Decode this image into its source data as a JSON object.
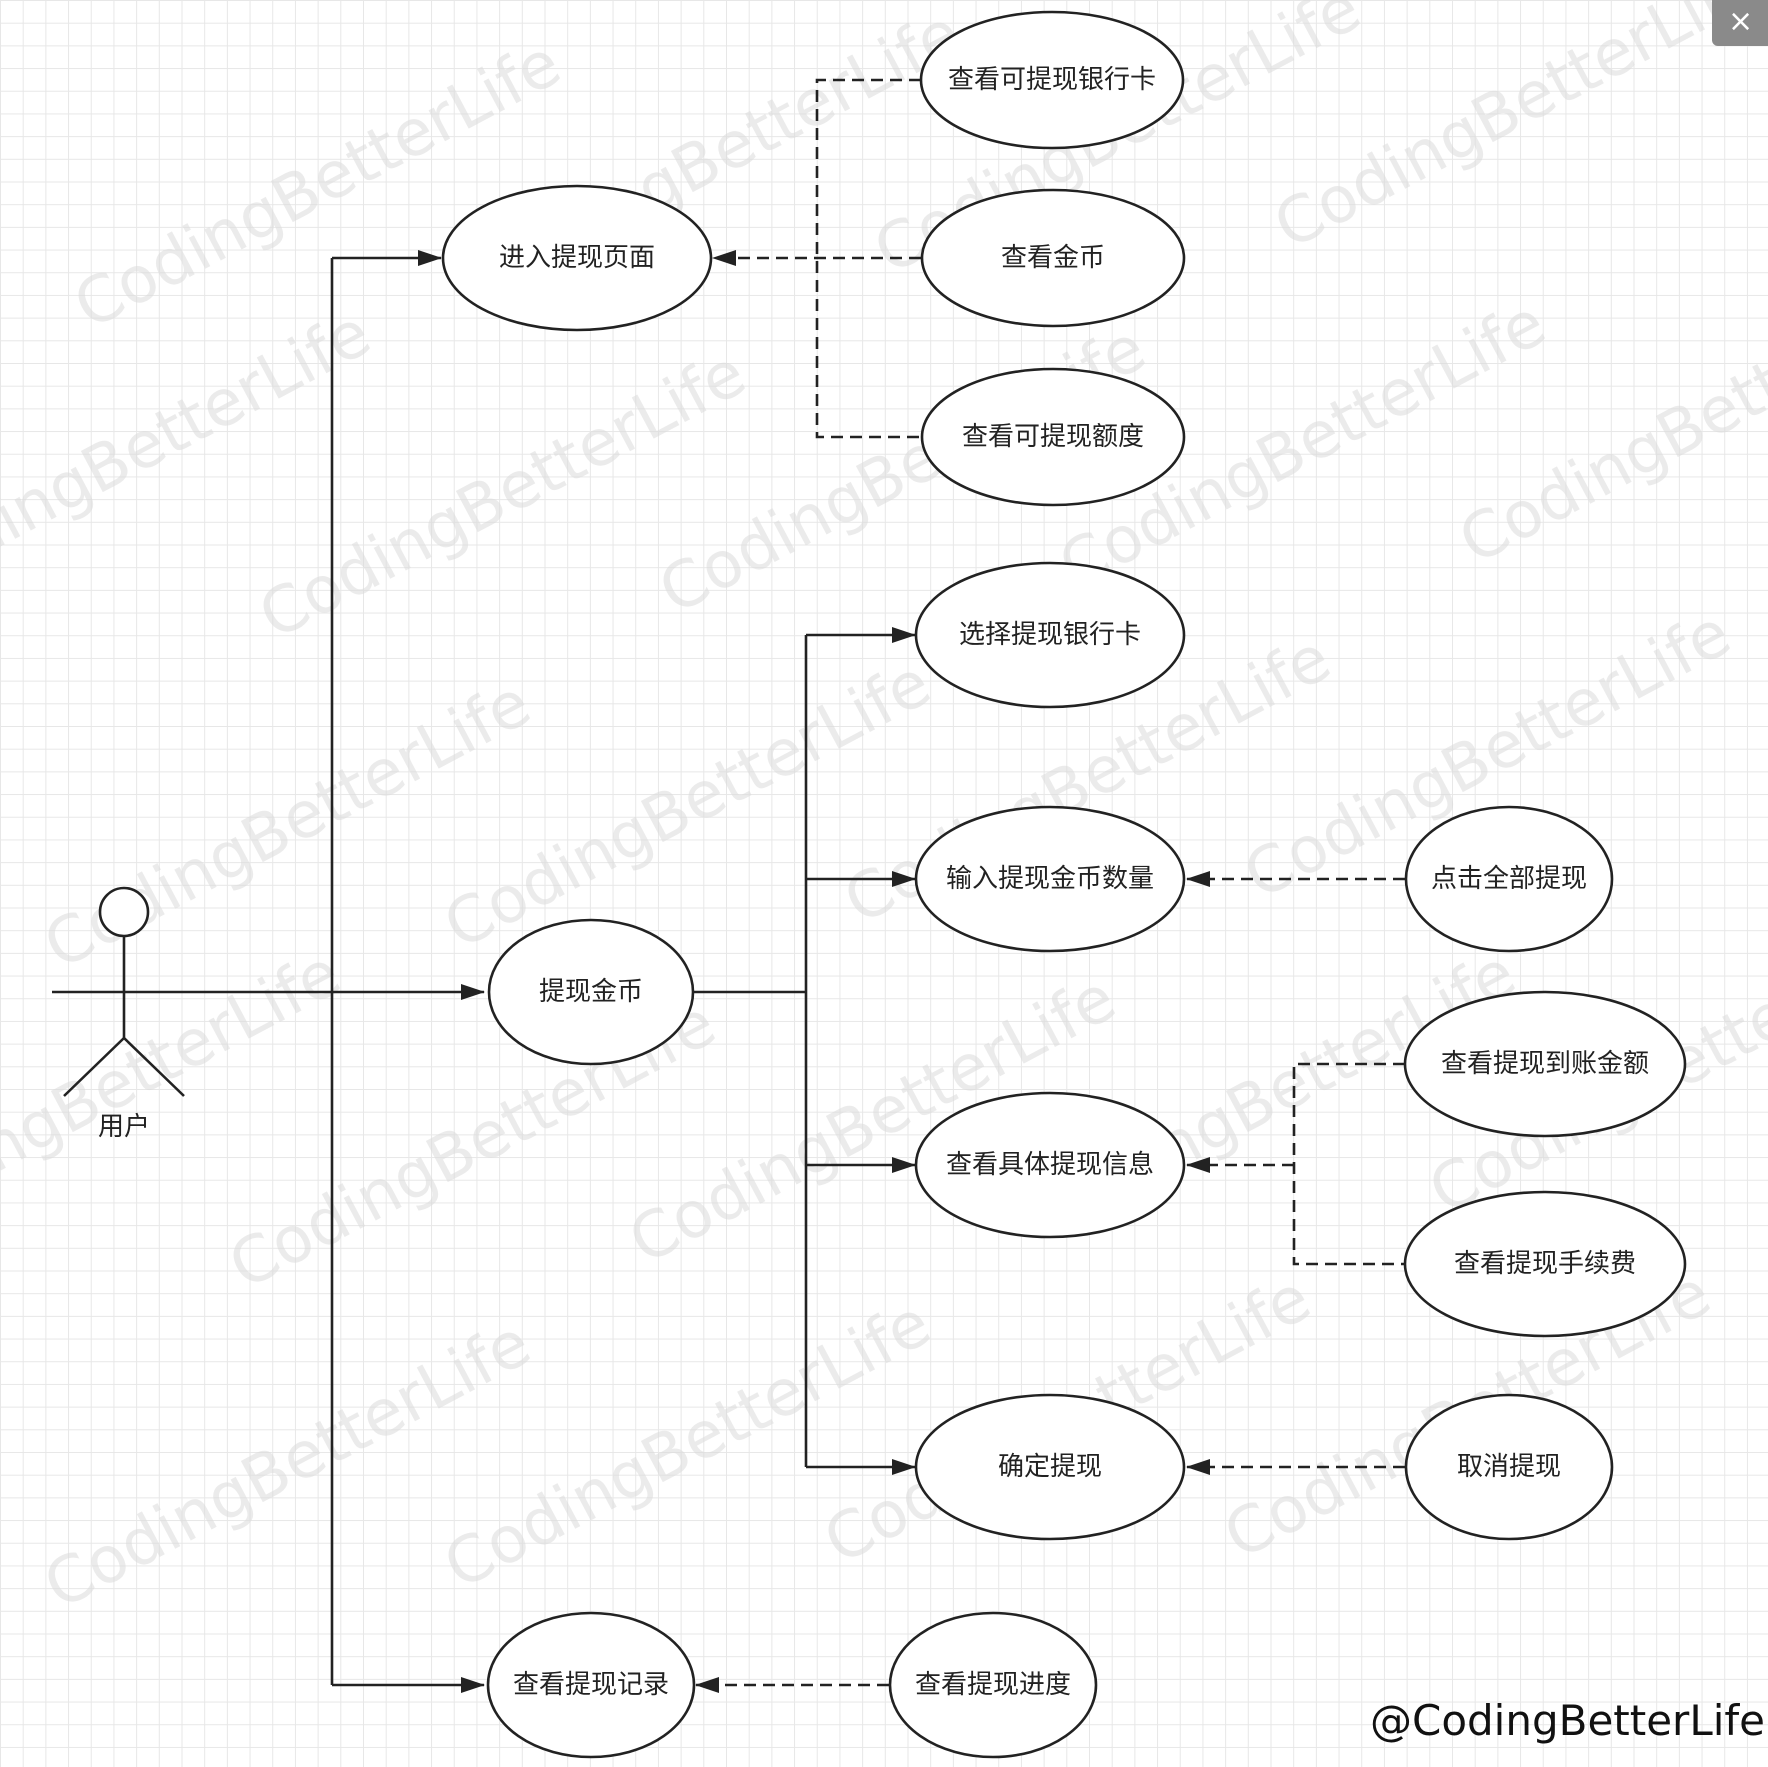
{
  "actor": {
    "label": "用户"
  },
  "use_cases": {
    "enter_page": "进入提现页面",
    "withdraw_coins": "提现金币",
    "view_records": "查看提现记录",
    "view_cards": "查看可提现银行卡",
    "view_coins": "查看金币",
    "view_limit": "查看可提现额度",
    "select_card": "选择提现银行卡",
    "input_amount": "输入提现金币数量",
    "view_detail": "查看具体提现信息",
    "confirm": "确定提现",
    "click_all": "点击全部提现",
    "view_arrival": "查看提现到账金额",
    "view_fee": "查看提现手续费",
    "cancel": "取消提现",
    "view_progress": "查看提现进度"
  },
  "watermark": {
    "text": "CodingBetterLife"
  },
  "credit": "@CodingBetterLife",
  "close_glyph": "×"
}
